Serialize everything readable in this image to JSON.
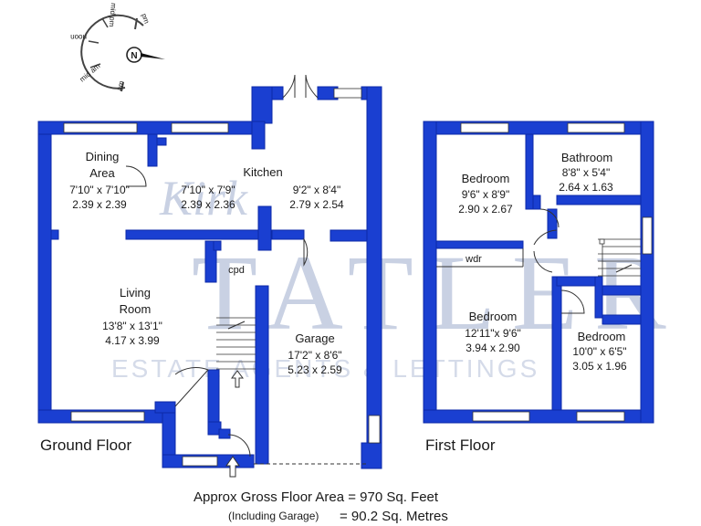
{
  "compass": {
    "north_letter": "N",
    "ring_labels": [
      "pm",
      "mid pm",
      "noon",
      "mid am",
      "am"
    ]
  },
  "watermark": {
    "script_name": "Kirk",
    "big_word": "TATLER",
    "tagline": "ESTATE AGENTS & LETTINGS"
  },
  "ground_floor": {
    "caption": "Ground Floor",
    "rooms": [
      {
        "id": "dining",
        "name_lines": [
          "Dining",
          "Area"
        ],
        "dims": [
          "7'10\" x 7'10\"",
          "2.39 x 2.39"
        ]
      },
      {
        "id": "kitchen",
        "name_lines": [
          "Kitchen"
        ],
        "dims_left": [
          "7'10\"  x  7'9\"",
          "2.39  x  2.36"
        ],
        "dims_right": [
          "9'2\"  x  8'4\"",
          "2.79  x  2.54"
        ]
      },
      {
        "id": "living",
        "name_lines": [
          "Living",
          "Room"
        ],
        "dims": [
          "13'8\" x 13'1\"",
          "4.17  x  3.99"
        ]
      },
      {
        "id": "garage",
        "name_lines": [
          "Garage"
        ],
        "dims": [
          "17'2\"  x  8'6\"",
          "5.23  x  2.59"
        ]
      }
    ],
    "cupboard_label": "cpd"
  },
  "first_floor": {
    "caption": "First Floor",
    "rooms": [
      {
        "id": "bedroom1",
        "name_lines": [
          "Bedroom"
        ],
        "dims": [
          "9'6\"  x  8'9\"",
          "2.90  x  2.67"
        ]
      },
      {
        "id": "bathroom",
        "name_lines": [
          "Bathroom"
        ],
        "dims": [
          "8'8\"  x  5'4\"",
          "2.64  x  1.63"
        ]
      },
      {
        "id": "bedroom2",
        "name_lines": [
          "Bedroom"
        ],
        "dims": [
          "12'11\"x  9'6\"",
          "3.94  x  2.90"
        ]
      },
      {
        "id": "bedroom3",
        "name_lines": [
          "Bedroom"
        ],
        "dims": [
          "10'0\"  x  6'5\"",
          "3.05  x  1.96"
        ]
      }
    ],
    "wardrobe_label": "wdr"
  },
  "area_summary": {
    "line1": "Approx Gross Floor Area  =  970  Sq. Feet",
    "line2_left": "(Including Garage)",
    "line2_right": "=  90.2  Sq. Metres"
  },
  "colors": {
    "wall": "#1a3fd1",
    "wall_outline": "#0c2aa8",
    "window": "#ffffff",
    "background": "#ffffff",
    "watermark": "#c9d1e3"
  }
}
